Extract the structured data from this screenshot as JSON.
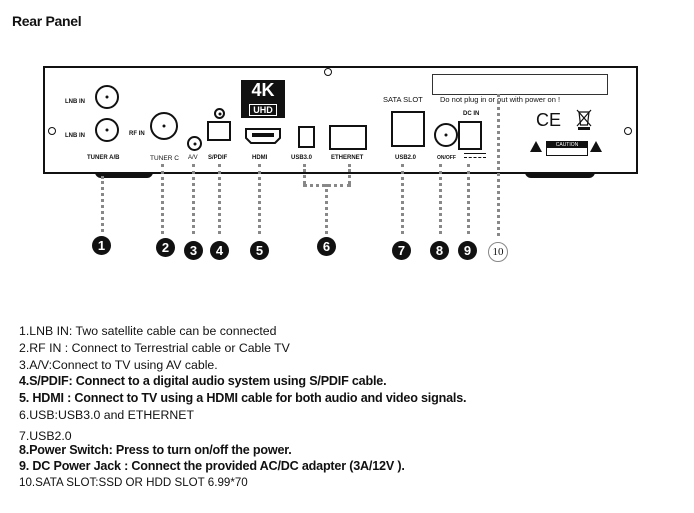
{
  "title": "Rear Panel",
  "panel": {
    "lnb_in_top": "LNB IN",
    "lnb_in_bottom": "LNB IN",
    "rf_in": "RF IN",
    "tuner_ab": "TUNER A/B",
    "tuner_c": "TUNER C",
    "av": "A/V",
    "spdif": "S/PDIF",
    "hdmi": "HDMI",
    "usb30": "USB3.0",
    "ethernet": "ETHERNET",
    "sata_slot": "SATA SLOT",
    "warning": "Do not plug in or out with power on !",
    "usb20": "USB2.0",
    "onoff": "ON/OFF",
    "dc_in": "DC IN",
    "logo_4k": "4K",
    "logo_uhd": "UHD",
    "ce_mark": "CE",
    "caution": "CAUTION"
  },
  "callouts": [
    "1",
    "2",
    "3",
    "4",
    "5",
    "6",
    "7",
    "8",
    "9",
    "10"
  ],
  "legend": [
    "1.LNB IN: Two satellite cable can be connected",
    "2.RF IN : Connect to Terrestrial cable or Cable TV",
    "3.A/V:Connect to TV using AV cable.",
    "4.S/PDIF: Connect to a digital audio system using S/PDIF cable.",
    "5. HDMI : Connect to TV using a HDMI cable for both audio and video signals.",
    "6.USB:USB3.0 and ETHERNET",
    "7.USB2.0",
    "8.Power Switch: Press to turn on/off the power.",
    "9. DC Power Jack : Connect the provided AC/DC adapter (3A/12V     ).",
    "10.SATA SLOT:SSD OR HDD SLOT 6.99*70"
  ],
  "icons": [
    "warning-triangle-icon",
    "weee-bin-icon",
    "ce-mark-icon"
  ]
}
